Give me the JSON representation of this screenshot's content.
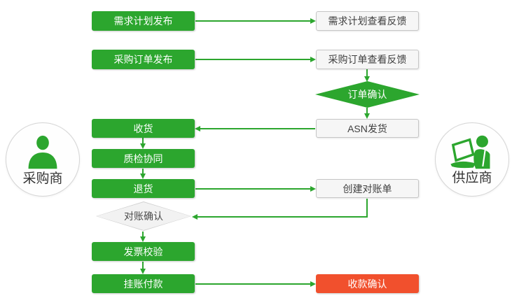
{
  "colors": {
    "green": "#2ca62e",
    "red": "#f1502d",
    "arrow": "#2ca62e",
    "boxbg": "#f6f6f6",
    "boxborder": "#c6c6c6",
    "diamondbg": "#f2f2f2",
    "diamondborder": "#cfcfcf",
    "textdark": "#404040",
    "circleborder": "#d5d5d5"
  },
  "actors": {
    "buyer": {
      "label": "采购商",
      "icon": "person-icon"
    },
    "supplier": {
      "label": "供应商",
      "icon": "person-laptop-icon"
    }
  },
  "nodes": {
    "demand_plan_publish": {
      "label": "需求计划发布",
      "style": "green"
    },
    "demand_plan_feedback": {
      "label": "需求计划查看反馈",
      "style": "white"
    },
    "po_publish": {
      "label": "采购订单发布",
      "style": "green"
    },
    "po_feedback": {
      "label": "采购订单查看反馈",
      "style": "white"
    },
    "order_confirm": {
      "label": "订单确认",
      "style": "green-diamond"
    },
    "receive_goods": {
      "label": "收货",
      "style": "green"
    },
    "asn_ship": {
      "label": "ASN发货",
      "style": "white"
    },
    "quality_collab": {
      "label": "质检协同",
      "style": "green"
    },
    "return_goods": {
      "label": "退货",
      "style": "green"
    },
    "create_statement": {
      "label": "创建对账单",
      "style": "white"
    },
    "statement_confirm": {
      "label": "对账确认",
      "style": "gray-diamond"
    },
    "invoice_check": {
      "label": "发票校验",
      "style": "green"
    },
    "book_payment": {
      "label": "挂账付款",
      "style": "green"
    },
    "receipt_confirm": {
      "label": "收款确认",
      "style": "red"
    }
  },
  "edges": [
    {
      "from": "demand_plan_publish",
      "to": "demand_plan_feedback"
    },
    {
      "from": "po_publish",
      "to": "po_feedback"
    },
    {
      "from": "po_feedback",
      "to": "order_confirm"
    },
    {
      "from": "order_confirm",
      "to": "asn_ship"
    },
    {
      "from": "asn_ship",
      "to": "receive_goods"
    },
    {
      "from": "receive_goods",
      "to": "quality_collab"
    },
    {
      "from": "quality_collab",
      "to": "return_goods"
    },
    {
      "from": "return_goods",
      "to": "create_statement"
    },
    {
      "from": "create_statement",
      "to": "statement_confirm"
    },
    {
      "from": "statement_confirm",
      "to": "invoice_check"
    },
    {
      "from": "invoice_check",
      "to": "book_payment"
    },
    {
      "from": "book_payment",
      "to": "receipt_confirm"
    }
  ]
}
